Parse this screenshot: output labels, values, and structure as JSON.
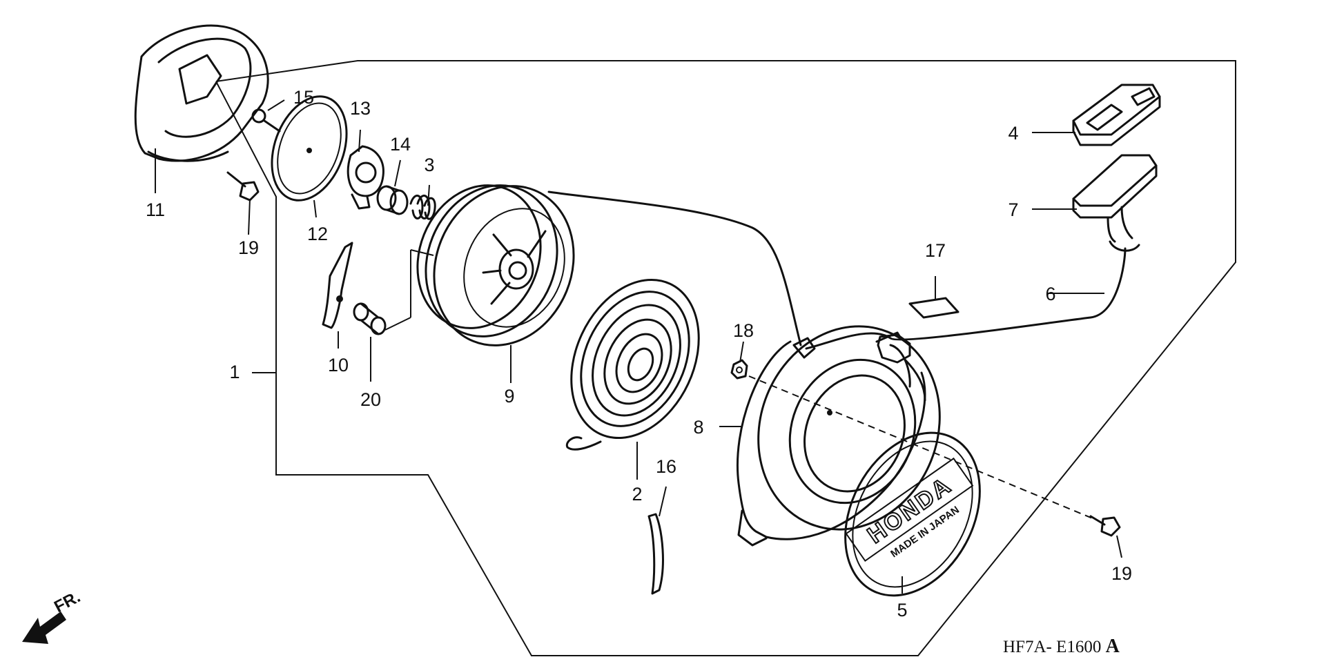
{
  "diagram": {
    "callouts": [
      "1",
      "2",
      "3",
      "4",
      "5",
      "6",
      "7",
      "8",
      "9",
      "10",
      "11",
      "12",
      "13",
      "14",
      "15",
      "16",
      "17",
      "18",
      "19",
      "19",
      "20"
    ],
    "drawing_code": "HF7A- E1600",
    "drawing_rev": "A",
    "direction_label": "FR.",
    "emblem": "HONDA",
    "emblem_subtext": "MADE IN JAPAN"
  }
}
